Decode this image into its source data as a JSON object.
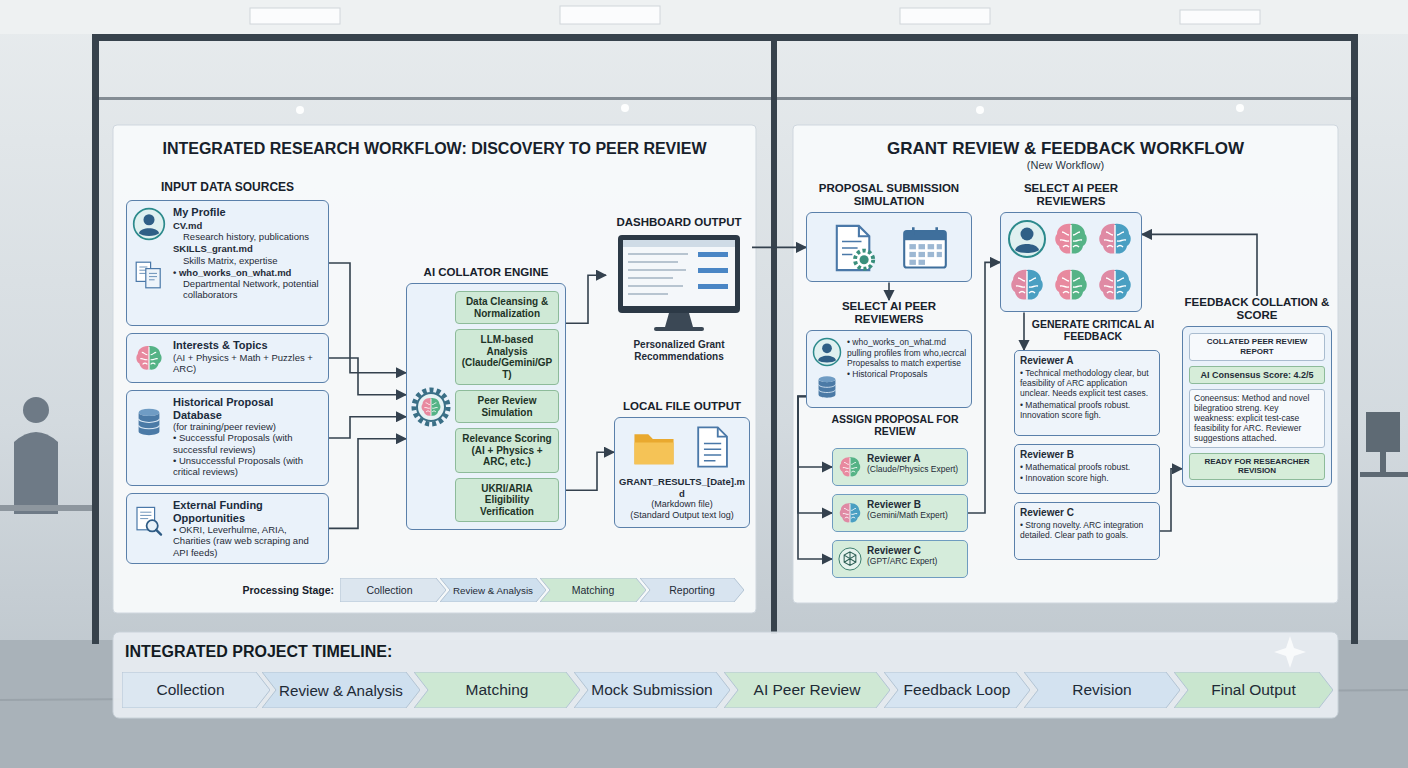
{
  "diagram": {
    "nodes": [
      {
        "text": [
          "INTEGRATED RESEARCH WORKFLOW: DISCOVERY TO PEER REVIEW"
        ]
      },
      {
        "text": [
          "My Profile",
          "CV.md",
          "Research history, publications",
          "SKILLS_grant.md",
          "Skills Matrix, expertise",
          "• who_works_on_what.md",
          "Departmental Network, potential collaborators"
        ],
        "in": 0
      },
      {
        "text": [
          "Interests & Topics",
          "(AI + Physics + Math + Puzzles + ARC)"
        ],
        "in": 0
      },
      {
        "text": [
          "Historical Proposal Database",
          "(for training/peer review)",
          "• Successful Proposals (with successful reviews)",
          "• Unsuccessful Proposals (with critical reviews)"
        ],
        "in": 0
      },
      {
        "text": [
          "External Funding Opportunities",
          "• OKRI, Leverhulme, ARIA, Charities (raw web scraping and API feeds)"
        ],
        "in": 0
      },
      {
        "text": [
          "AI COLLATOR ENGINE"
        ],
        "in": 0
      },
      {
        "text": [
          "Data Cleansing & Normalization"
        ],
        "in": 5
      },
      {
        "text": [
          "LLM-based Analysis (Claude/Gemini/GPT)"
        ],
        "in": 5
      },
      {
        "text": [
          "Peer Review Simulation"
        ],
        "in": 5
      },
      {
        "text": [
          "Relevance Scoring (AI + Physics + ARC, etc.)"
        ],
        "in": 5
      },
      {
        "text": [
          "UKRI/ARIA Eligibility Verification"
        ],
        "in": 5
      },
      {
        "text": [
          "DASHBOARD OUTPUT",
          "Personalized Grant Recommendations"
        ],
        "in": 0
      },
      {
        "text": [
          "LOCAL FILE OUTPUT",
          "GRANT_RESULTS_[Date].md",
          "(Markdown file)",
          "(Standard Output text log)"
        ],
        "in": 0
      },
      {
        "text": [
          "Collection"
        ],
        "in": 0
      },
      {
        "text": [
          "Review & Analysis"
        ],
        "in": 0
      },
      {
        "text": [
          "Matching"
        ],
        "in": 0
      },
      {
        "text": [
          "Reporting"
        ],
        "in": 0
      },
      {
        "text": [
          "GRANT REVIEW & FEEDBACK WORKFLOW",
          "(New Workflow)"
        ]
      },
      {
        "text": [
          "PROPOSAL SUBMISSION SIMULATION"
        ],
        "in": 17
      },
      {
        "text": [
          "SELECT AI PEER REVIEWERS",
          "• who_works_on_what.md pulling profiles from who,ıecrcal Propesalss to match expertise",
          "• Historical Proposals"
        ],
        "in": 17
      },
      {
        "text": [
          "Reviewer A",
          "(Claude/Physics Expert)"
        ],
        "in": 17
      },
      {
        "text": [
          "Reviewer B",
          "(Gemini/Math Expert)"
        ],
        "in": 17
      },
      {
        "text": [
          "Reviewer C",
          "(GPT/ARC Expert)"
        ],
        "in": 17
      },
      {
        "text": [
          "SELECT AI PEER REVIEWERS"
        ],
        "in": 17
      },
      {
        "text": [
          "Reviewer A",
          "• Technical methodology clear, but feasibility of ARC application unclear. Needs explicit test cases.",
          "• Mathematical proofs robust. Innovation score figh."
        ],
        "in": 17
      },
      {
        "text": [
          "Reviewer B",
          "• Mathematical proofs robust.",
          "• Innovation score high."
        ],
        "in": 17
      },
      {
        "text": [
          "Reviewer C",
          "• Strong novelty. ARC integration detailed. Clear path to goals."
        ],
        "in": 17
      },
      {
        "text": [
          "FEEDBACK COLLATION & SCORE"
        ],
        "in": 17
      },
      {
        "text": [
          "COLLATED PEER REVIEW REPORT"
        ],
        "in": 27
      },
      {
        "text": [
          "AI Consensus Score: 4.2/5"
        ],
        "in": 27
      },
      {
        "text": [
          "Coneensus: Method and novel bilegratioo streng. Key weakness: explicit test-case feasibility for ARC. Reviewer suggestions attached."
        ],
        "in": 27
      },
      {
        "text": [
          "READY FOR RESEARCHER REVISION"
        ],
        "in": 27
      },
      {
        "text": [
          "INTEGRATED PROJECT TIMELINE:"
        ]
      },
      {
        "text": [
          "Collection"
        ],
        "in": 32
      },
      {
        "text": [
          "Review & Analysis"
        ],
        "in": 32
      },
      {
        "text": [
          "Matching"
        ],
        "in": 32
      },
      {
        "text": [
          "Mock Submission"
        ],
        "in": 32
      },
      {
        "text": [
          "AI Peer Review"
        ],
        "in": 32
      },
      {
        "text": [
          "Feedback Loop"
        ],
        "in": 32
      },
      {
        "text": [
          "Revision"
        ],
        "in": 32
      },
      {
        "text": [
          "Final Output"
        ],
        "in": 32
      }
    ],
    "edges": [
      {
        "from": 1,
        "to": 5,
        "arrow": "to"
      },
      {
        "from": 2,
        "to": 5,
        "arrow": "to"
      },
      {
        "from": 3,
        "to": 5,
        "arrow": "to"
      },
      {
        "from": 4,
        "to": 5,
        "arrow": "to"
      },
      {
        "from": 5,
        "to": 11,
        "arrow": "to"
      },
      {
        "from": 5,
        "to": 12,
        "arrow": "to"
      },
      {
        "from": 11,
        "to": 18,
        "arrow": "to"
      },
      {
        "from": 18,
        "to": 19,
        "arrow": "to"
      },
      {
        "from": 19,
        "to": 20,
        "arrow": "to"
      },
      {
        "from": 19,
        "to": 21,
        "arrow": "to"
      },
      {
        "from": 19,
        "to": 22,
        "arrow": "to"
      },
      {
        "from": 21,
        "to": 23,
        "arrow": "to"
      },
      {
        "from": 23,
        "to": 24,
        "arrow": "to"
      },
      {
        "from": 26,
        "to": 27,
        "arrow": "to"
      },
      {
        "from": 27,
        "to": 23,
        "arrow": "to"
      }
    ],
    "labels": [
      "INPUT DATA SOURCES",
      "Processing Stage:",
      "ASSIGN PROPOSAL FOR REVIEW",
      "GENERATE CRITICAL AI FEEDBACK"
    ]
  }
}
